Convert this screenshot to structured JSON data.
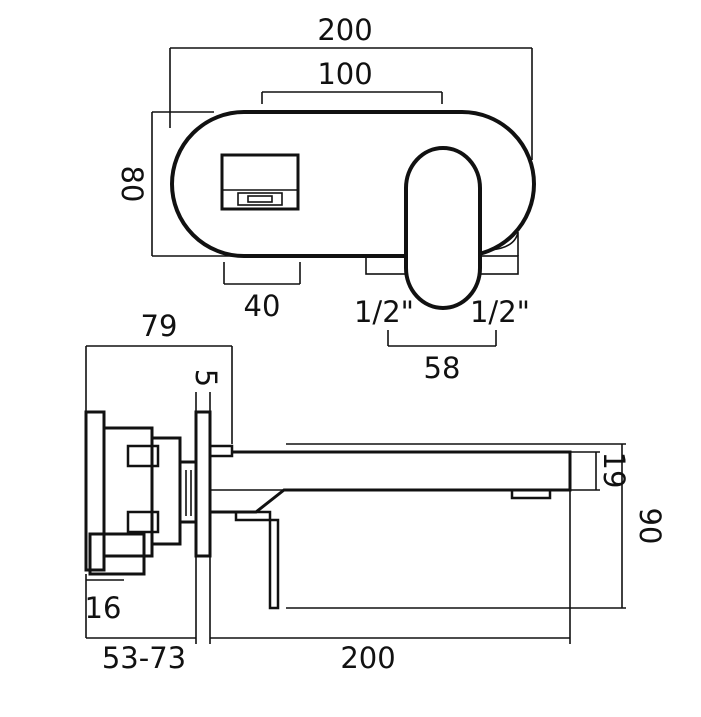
{
  "dimensions": {
    "plan_overall_width": "200",
    "plan_inner_width": "100",
    "plan_height": "80",
    "plan_handle_width": "40",
    "plan_thread_left": "1/2\"",
    "plan_thread_right": "1/2\"",
    "plan_centres": "58",
    "side_depth": "79",
    "side_plate": "5",
    "side_spout_height": "19",
    "side_outlet_height": "90",
    "side_handle_offset": "16",
    "side_wall_range": "53-73",
    "side_spout_length": "200"
  }
}
